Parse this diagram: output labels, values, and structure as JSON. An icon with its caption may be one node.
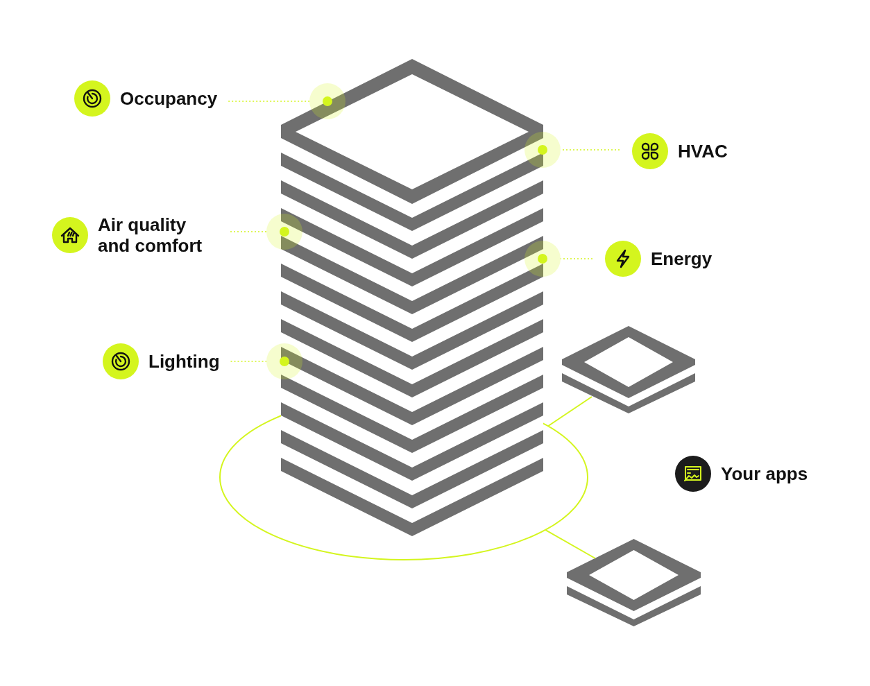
{
  "diagram": {
    "nodes": [
      {
        "text": [
          "Occupancy"
        ]
      },
      {
        "text": [
          "HVAC"
        ]
      },
      {
        "text": [
          "Air quality and comfort"
        ]
      },
      {
        "text": [
          "Energy"
        ]
      },
      {
        "text": [
          "Lighting"
        ]
      },
      {
        "text": [
          "Your apps"
        ]
      },
      {
        "text": [],
        "shape": "picture"
      },
      {
        "text": [],
        "shape": "circle",
        "in": 6
      },
      {
        "text": [],
        "shape": "circle",
        "in": 6
      },
      {
        "text": [],
        "shape": "circle",
        "in": 6
      },
      {
        "text": [],
        "shape": "circle",
        "in": 6
      },
      {
        "text": [],
        "shape": "circle",
        "in": 6
      },
      {
        "text": [],
        "shape": "ellipse"
      },
      {
        "text": [],
        "shape": "picture"
      },
      {
        "text": [],
        "shape": "picture"
      }
    ],
    "edges": [
      {
        "from": 0,
        "to": 7,
        "arrow": "none",
        "style": "dashed"
      },
      {
        "from": 1,
        "to": 8,
        "arrow": "none",
        "style": "dashed"
      },
      {
        "from": 2,
        "to": 9,
        "arrow": "none",
        "style": "dashed"
      },
      {
        "from": 3,
        "to": 10,
        "arrow": "none",
        "style": "dashed"
      },
      {
        "from": 4,
        "to": 11,
        "arrow": "none",
        "style": "dashed"
      },
      {
        "from": 12,
        "to": 13,
        "arrow": "none"
      },
      {
        "from": 12,
        "to": 14,
        "arrow": "none"
      }
    ]
  }
}
